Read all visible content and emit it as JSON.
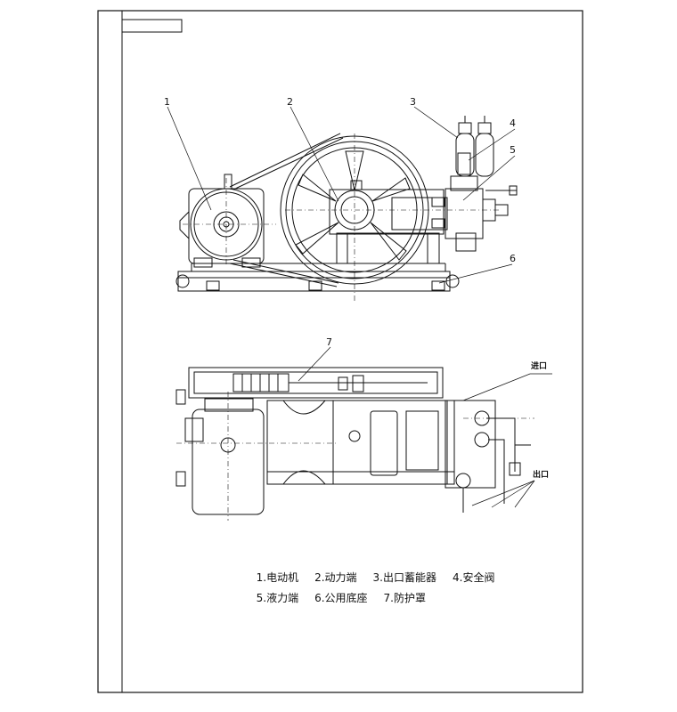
{
  "callouts": {
    "n1": "1",
    "n2": "2",
    "n3": "3",
    "n4": "4",
    "n5": "5",
    "n6": "6",
    "n7": "7"
  },
  "ports": {
    "inlet": "进口",
    "outlet": "出口"
  },
  "legend": {
    "row1": [
      "1.电动机",
      "2.动力端",
      "3.出口蓄能器",
      "4.安全阀"
    ],
    "row2": [
      "5.液力端",
      "6.公用底座",
      "7.防护罩"
    ]
  }
}
